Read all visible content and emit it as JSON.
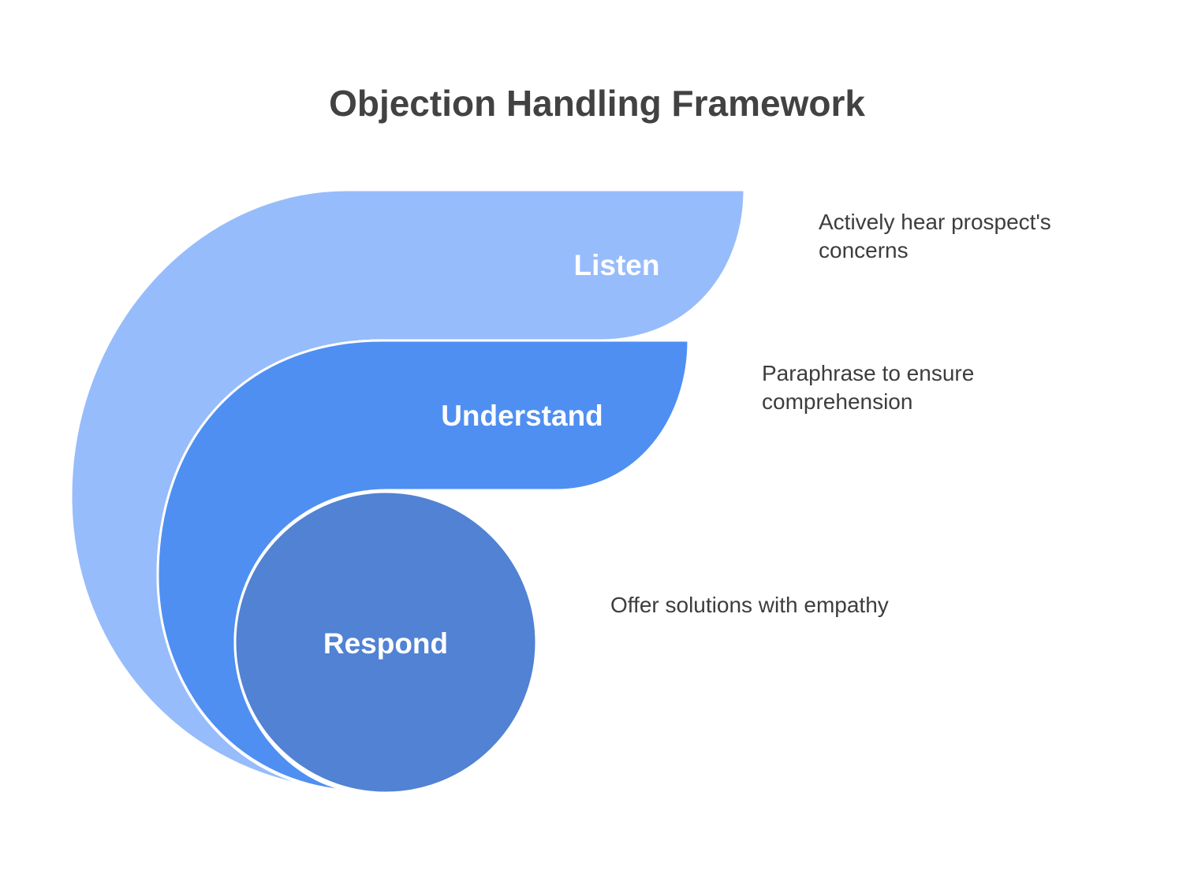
{
  "title": "Objection Handling Framework",
  "stages": [
    {
      "label": "Listen",
      "description_lines": [
        "Actively hear prospect's",
        "concerns"
      ],
      "color": "#97bcfb"
    },
    {
      "label": "Understand",
      "description_lines": [
        "Paraphrase to ensure",
        "comprehension"
      ],
      "color": "#4f8ff2"
    },
    {
      "label": "Respond",
      "description_lines": [
        "Offer solutions with empathy"
      ],
      "color": "#5182d3"
    }
  ]
}
